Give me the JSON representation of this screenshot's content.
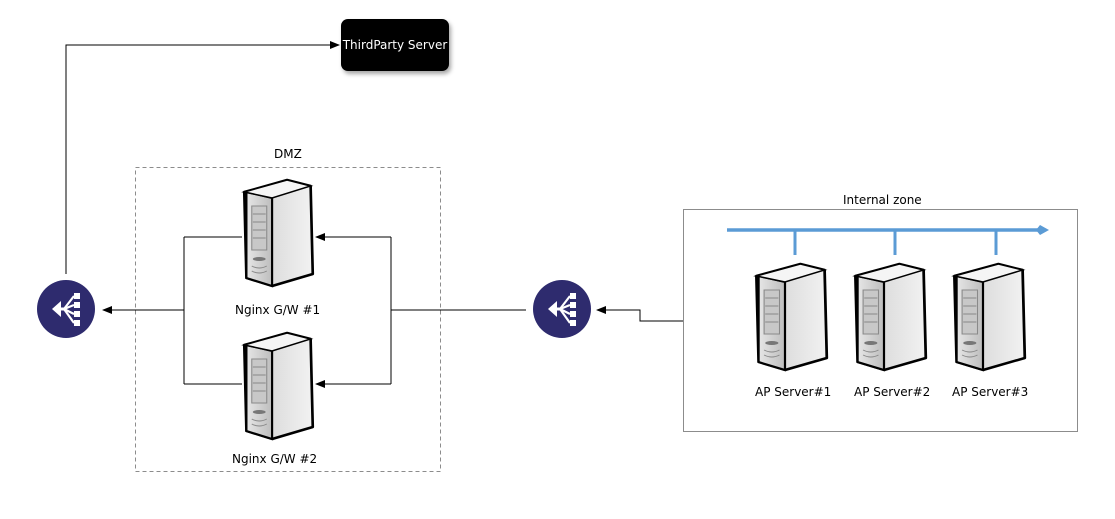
{
  "diagram": {
    "third_party": {
      "label": "ThirdParty Server"
    },
    "dmz": {
      "label": "DMZ",
      "servers": [
        "Nginx G/W #1",
        "Nginx G/W #2"
      ]
    },
    "internal_zone": {
      "label": "Internal zone",
      "servers": [
        "AP Server#1",
        "AP Server#2",
        "AP Server#3"
      ]
    },
    "load_balancers": [
      "load-balancer-left",
      "load-balancer-right"
    ],
    "colors": {
      "load_balancer": "#2e2b6e",
      "bus": "#5b9bd5",
      "line": "#000000",
      "third_party_bg": "#000000"
    }
  }
}
